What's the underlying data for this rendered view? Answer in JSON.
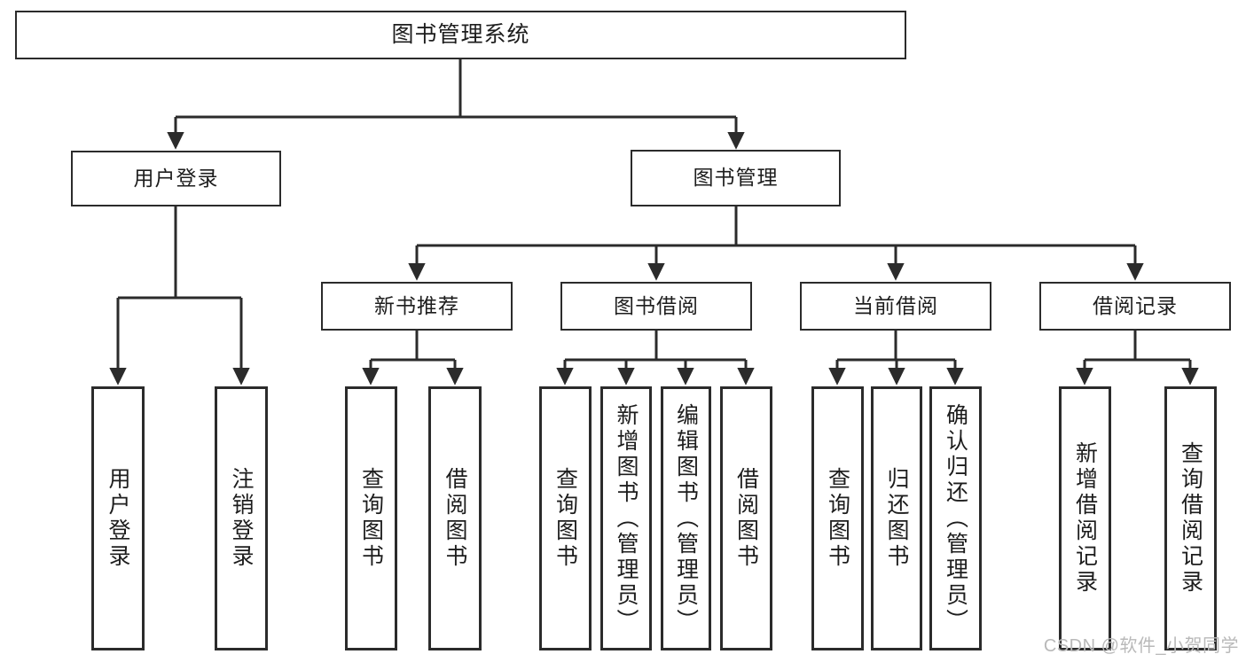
{
  "diagram": {
    "title": "图书管理系统",
    "type": "tree-hierarchy",
    "orientation": "top-down",
    "watermark": "CSDN @软件_小贺同学",
    "colors": {
      "node_border": "#2b2b2b",
      "node_fill": "#ffffff",
      "edge": "#2b2b2b",
      "text": "#1d1d1d",
      "watermark": "#b9b9b9"
    }
  },
  "nodes": {
    "root": {
      "label": "图书管理系统"
    },
    "level2": [
      {
        "id": "user-login",
        "label": "用户登录"
      },
      {
        "id": "book-manage",
        "label": "图书管理"
      }
    ],
    "level3": [
      {
        "id": "new-book-recommend",
        "label": "新书推荐"
      },
      {
        "id": "book-borrow",
        "label": "图书借阅"
      },
      {
        "id": "current-borrow",
        "label": "当前借阅"
      },
      {
        "id": "borrow-record",
        "label": "借阅记录"
      }
    ],
    "leaves": [
      {
        "id": "leaf-user-login",
        "label": "用户登录",
        "parent": "user-login"
      },
      {
        "id": "leaf-logout-login",
        "label": "注销登录",
        "parent": "user-login"
      },
      {
        "id": "leaf-query-book-1",
        "label": "查询图书",
        "parent": "new-book-recommend"
      },
      {
        "id": "leaf-borrow-book-1",
        "label": "借阅图书",
        "parent": "new-book-recommend"
      },
      {
        "id": "leaf-query-book-2",
        "label": "查询图书",
        "parent": "book-borrow"
      },
      {
        "id": "leaf-add-book",
        "label": "新增图书（管理员）",
        "parent": "book-borrow"
      },
      {
        "id": "leaf-edit-book",
        "label": "编辑图书（管理员）",
        "parent": "book-borrow"
      },
      {
        "id": "leaf-borrow-book-2",
        "label": "借阅图书",
        "parent": "book-borrow"
      },
      {
        "id": "leaf-query-book-3",
        "label": "查询图书",
        "parent": "current-borrow"
      },
      {
        "id": "leaf-return-book",
        "label": "归还图书",
        "parent": "current-borrow"
      },
      {
        "id": "leaf-confirm-return",
        "label": "确认归还（管理员）",
        "parent": "current-borrow"
      },
      {
        "id": "leaf-add-record",
        "label": "新增借阅记录",
        "parent": "borrow-record"
      },
      {
        "id": "leaf-query-record",
        "label": "查询借阅记录",
        "parent": "borrow-record"
      }
    ]
  }
}
